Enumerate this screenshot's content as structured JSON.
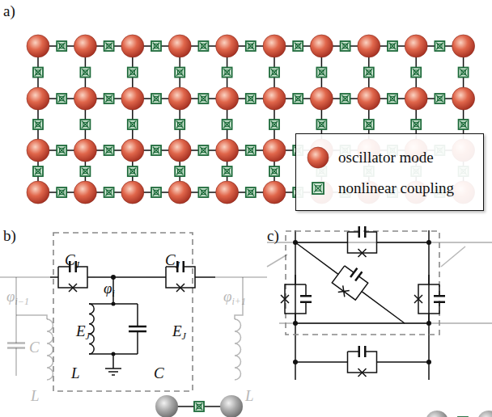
{
  "diagram": {
    "labels": [
      "a)",
      "b)",
      "c)",
      "φi−1",
      "CJ",
      "φi",
      "CJ",
      "φi+1",
      "EJ",
      "EJ",
      "L",
      "C",
      "C",
      "L",
      "L"
    ],
    "legend": [
      {
        "text": "oscillator mode"
      },
      {
        "text": "nonlinear coupling"
      }
    ]
  }
}
